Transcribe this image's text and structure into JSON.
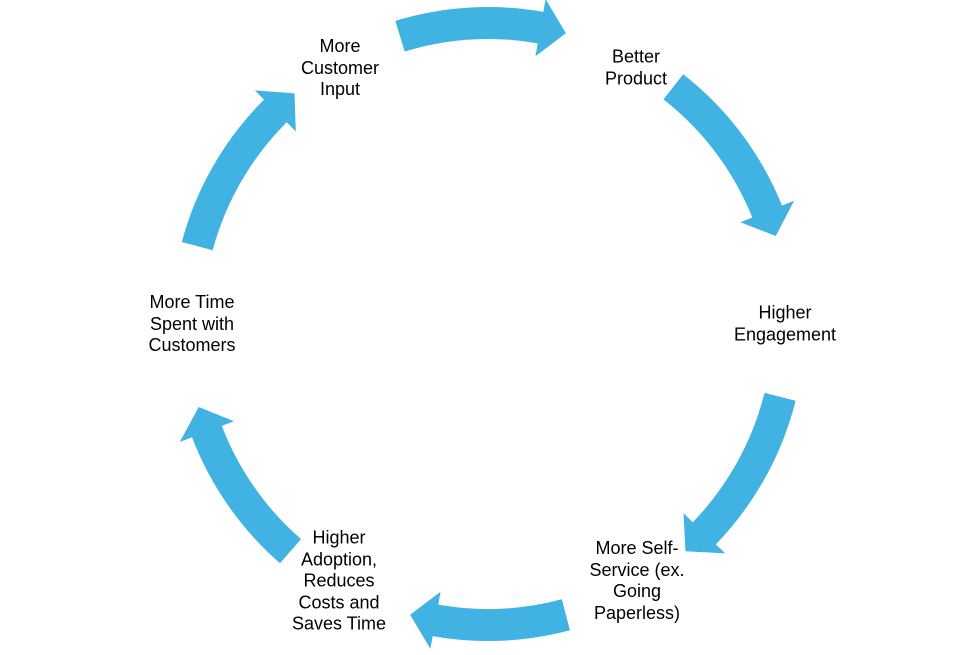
{
  "diagram": {
    "type": "cycle",
    "arrow_color": "#41B3E3",
    "text_color": "#000000",
    "nodes": [
      "More\nCustomer\nInput",
      "Better\nProduct",
      "Higher\nEngagement",
      "More Self-\nService (ex.\nGoing\nPaperless)",
      "Higher\nAdoption,\nReduces\nCosts and\nSaves Time",
      "More Time\nSpent with\nCustomers"
    ]
  }
}
